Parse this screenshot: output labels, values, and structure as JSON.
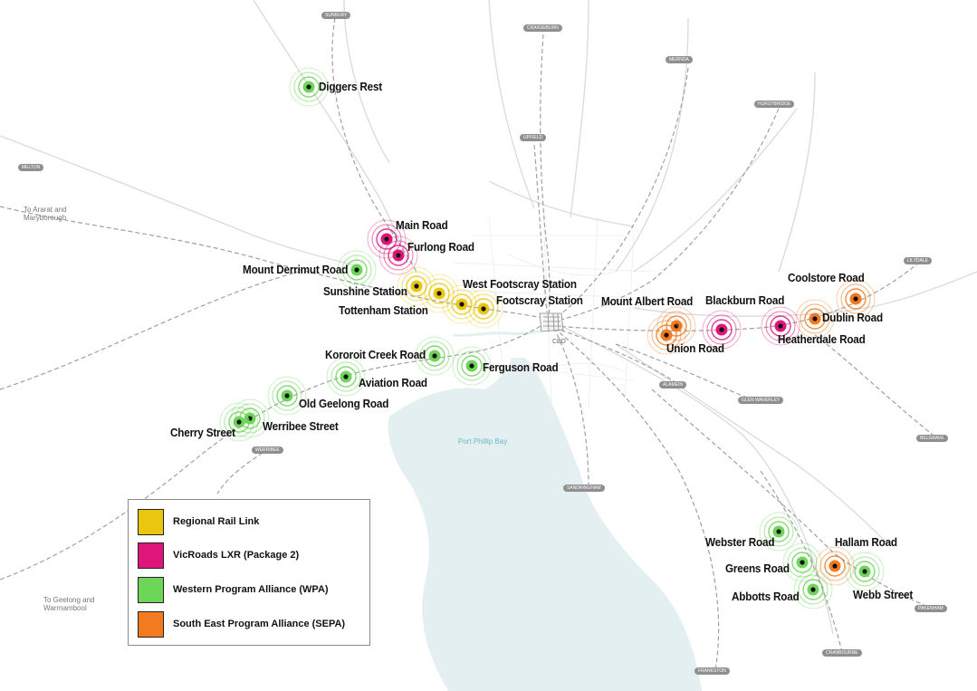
{
  "map": {
    "water_label": "Port Phillip Bay",
    "cbd_label": "CBD",
    "notes": [
      {
        "id": "ararat",
        "lines": [
          "To Ararat and",
          "Maryborough"
        ]
      },
      {
        "id": "geelong",
        "lines": [
          "To Geelong and",
          "Warrnambool"
        ]
      }
    ],
    "badges": [
      "SUNBURY",
      "CRAIGIEBURN",
      "MERNDA",
      "HURSTBRIDGE",
      "UPFIELD",
      "MELTON",
      "LILYDALE",
      "BELGRAVE",
      "ALAMEIN",
      "GLEN WAVERLEY",
      "WERRIBEE",
      "SANDRINGHAM",
      "PAKENHAM",
      "CRANBOURNE",
      "FRANKSTON"
    ]
  },
  "legend": {
    "items": [
      {
        "key": "rrl",
        "label": "Regional Rail Link",
        "color": "#eac70e"
      },
      {
        "key": "lxr",
        "label": "VicRoads LXR (Package 2)",
        "color": "#e0157a"
      },
      {
        "key": "wpa",
        "label": "Western Program Alliance (WPA)",
        "color": "#6dd658"
      },
      {
        "key": "sepa",
        "label": "South East Program Alliance (SEPA)",
        "color": "#f47a20"
      }
    ]
  },
  "sites": [
    {
      "name": "Diggers Rest",
      "alliance": "wpa"
    },
    {
      "name": "Main Road",
      "alliance": "lxr"
    },
    {
      "name": "Furlong Road",
      "alliance": "lxr"
    },
    {
      "name": "Mount Derrimut Road",
      "alliance": "wpa"
    },
    {
      "name": "Sunshine Station",
      "alliance": "rrl"
    },
    {
      "name": "West Footscray Station",
      "alliance": "rrl"
    },
    {
      "name": "Footscray Station",
      "alliance": "rrl"
    },
    {
      "name": "Tottenham Station",
      "alliance": "rrl"
    },
    {
      "name": "Kororoit Creek Road",
      "alliance": "wpa"
    },
    {
      "name": "Ferguson Road",
      "alliance": "wpa"
    },
    {
      "name": "Aviation Road",
      "alliance": "wpa"
    },
    {
      "name": "Old Geelong Road",
      "alliance": "wpa"
    },
    {
      "name": "Werribee Street",
      "alliance": "wpa"
    },
    {
      "name": "Cherry Street",
      "alliance": "wpa"
    },
    {
      "name": "Mount Albert Road",
      "alliance": "sepa"
    },
    {
      "name": "Union Road",
      "alliance": "sepa"
    },
    {
      "name": "Blackburn Road",
      "alliance": "lxr"
    },
    {
      "name": "Heatherdale Road",
      "alliance": "lxr"
    },
    {
      "name": "Coolstore Road",
      "alliance": "sepa"
    },
    {
      "name": "Dublin Road",
      "alliance": "sepa"
    },
    {
      "name": "Webster Road",
      "alliance": "wpa"
    },
    {
      "name": "Greens Road",
      "alliance": "wpa"
    },
    {
      "name": "Abbotts Road",
      "alliance": "wpa"
    },
    {
      "name": "Hallam Road",
      "alliance": "sepa"
    },
    {
      "name": "Webb Street",
      "alliance": "wpa"
    }
  ]
}
